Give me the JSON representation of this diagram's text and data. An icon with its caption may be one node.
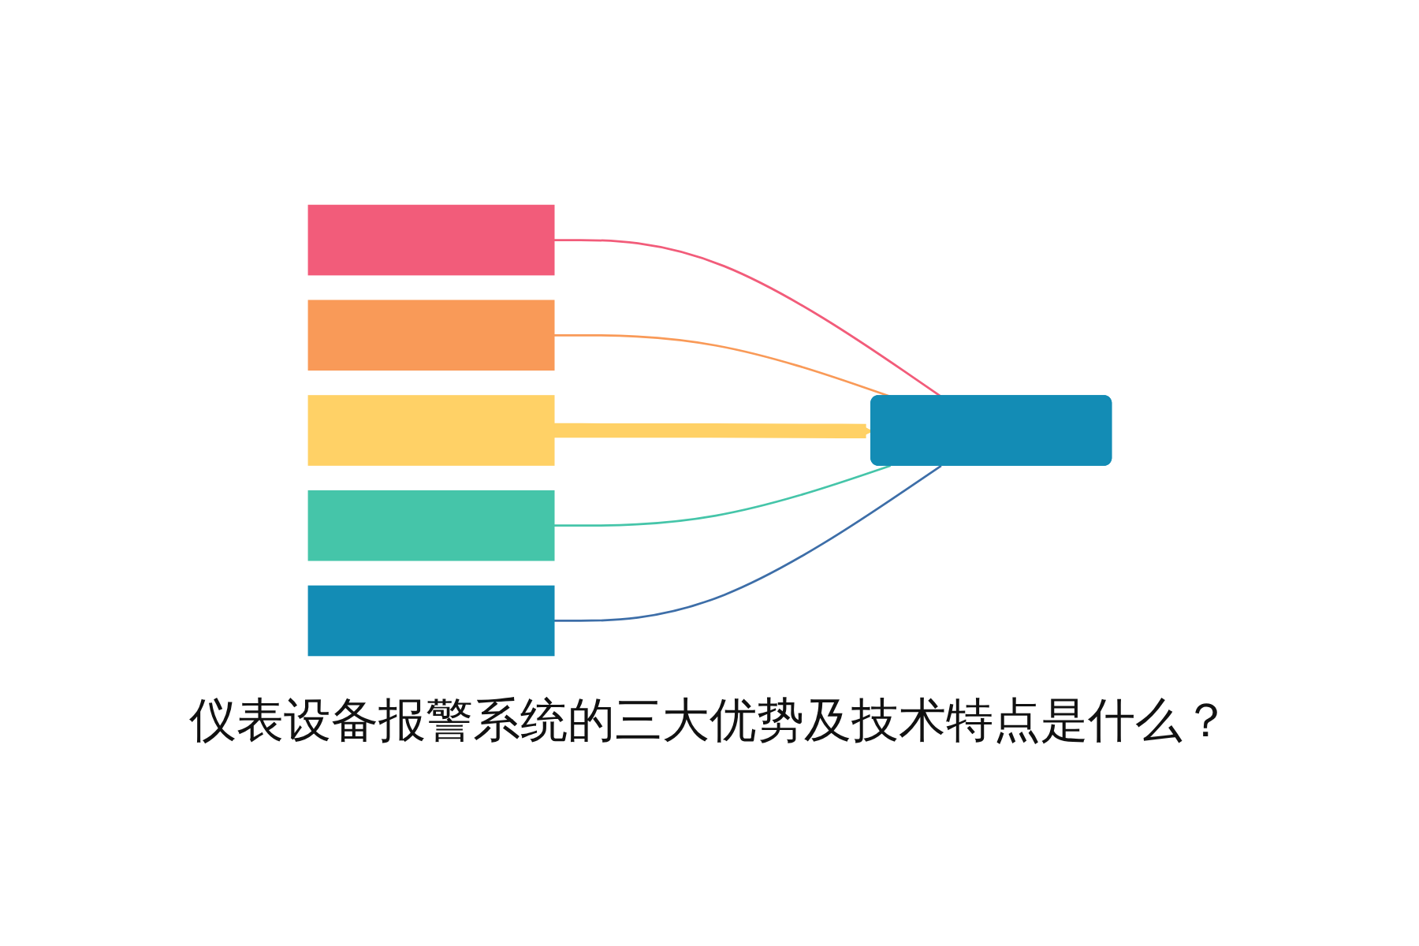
{
  "diagram": {
    "title": "仪表设备报警系统的三大优势及技术特点是什么？",
    "nodes": [
      {
        "text": [],
        "shape": "bar"
      },
      {
        "text": [],
        "shape": "bar"
      },
      {
        "text": [],
        "shape": "bar"
      },
      {
        "text": [],
        "shape": "bar"
      },
      {
        "text": [],
        "shape": "bar"
      },
      {
        "text": [],
        "shape": "box"
      }
    ],
    "edges": [
      {
        "from": 0,
        "to": 5,
        "arrow": "none",
        "color": "#f25c7a"
      },
      {
        "from": 1,
        "to": 5,
        "arrow": "none",
        "color": "#f99a58"
      },
      {
        "from": 2,
        "to": 5,
        "arrow": "to",
        "style": "thick",
        "color": "#ffd166"
      },
      {
        "from": 3,
        "to": 5,
        "arrow": "none",
        "color": "#45c5a9"
      },
      {
        "from": 4,
        "to": 5,
        "arrow": "none",
        "color": "#3d6ea8"
      }
    ]
  }
}
